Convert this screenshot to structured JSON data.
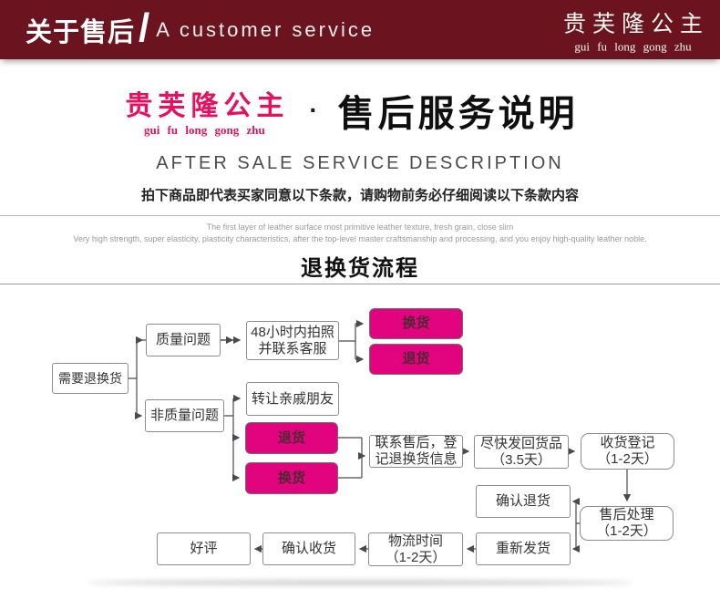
{
  "colors": {
    "header_bg": "#6b1420",
    "brand_pink": "#e5105f",
    "node_pink": "#e2037e"
  },
  "header": {
    "title_zh": "关于售后",
    "divider": "/",
    "title_en": "A customer service",
    "brand_zh": "贵芙隆公主",
    "brand_pinyin": "gui fu long gong zhu"
  },
  "intro": {
    "brand_zh": "贵芙隆公主",
    "brand_pinyin": "gui fu long gong zhu",
    "bullet": "·",
    "title": "售后服务说明",
    "subtitle_en": "AFTER SALE SERVICE DESCRIPTION",
    "terms": "拍下商品即代表买家同意以下条款，请购物前务必仔细阅读以下条款内容",
    "desc_en_1": "The first layer of leather surface most primitive leather texture, fresh grain, close slim",
    "desc_en_2": "Very high strength, super elasticity, plasticity characteristics, after the top-level master craftsmanship and processing, and you enjoy high-quality leather noble."
  },
  "flow": {
    "title": "退换货流程",
    "nodes": [
      {
        "id": "need-return",
        "line1": "需要退换货",
        "line2": ""
      },
      {
        "id": "quality-issue",
        "line1": "质量问题",
        "line2": ""
      },
      {
        "id": "photo-48h",
        "line1": "48小时内拍照",
        "line2": "并联系客服"
      },
      {
        "id": "exchange-top",
        "line1": "换货",
        "line2": ""
      },
      {
        "id": "return-top",
        "line1": "退货",
        "line2": ""
      },
      {
        "id": "non-quality-issue",
        "line1": "非质量问题",
        "line2": ""
      },
      {
        "id": "transfer-friends",
        "line1": "转让亲戚朋友",
        "line2": ""
      },
      {
        "id": "return-mid",
        "line1": "退货",
        "line2": ""
      },
      {
        "id": "exchange-mid",
        "line1": "换货",
        "line2": ""
      },
      {
        "id": "contact-service",
        "line1": "联系售后，登",
        "line2": "记退换货信息"
      },
      {
        "id": "send-back",
        "line1": "尽快发回货品",
        "line2": "（3.5天）"
      },
      {
        "id": "receive-register",
        "line1": "收货登记",
        "line2": "（1-2天）"
      },
      {
        "id": "confirm-return",
        "line1": "确认退货",
        "line2": ""
      },
      {
        "id": "aftersale-process",
        "line1": "售后处理",
        "line2": "（1-2天）"
      },
      {
        "id": "reship",
        "line1": "重新发货",
        "line2": ""
      },
      {
        "id": "logistics-time",
        "line1": "物流时间",
        "line2": "（1-2天）"
      },
      {
        "id": "confirm-receive",
        "line1": "确认收货",
        "line2": ""
      },
      {
        "id": "praise",
        "line1": "好评",
        "line2": ""
      }
    ]
  }
}
